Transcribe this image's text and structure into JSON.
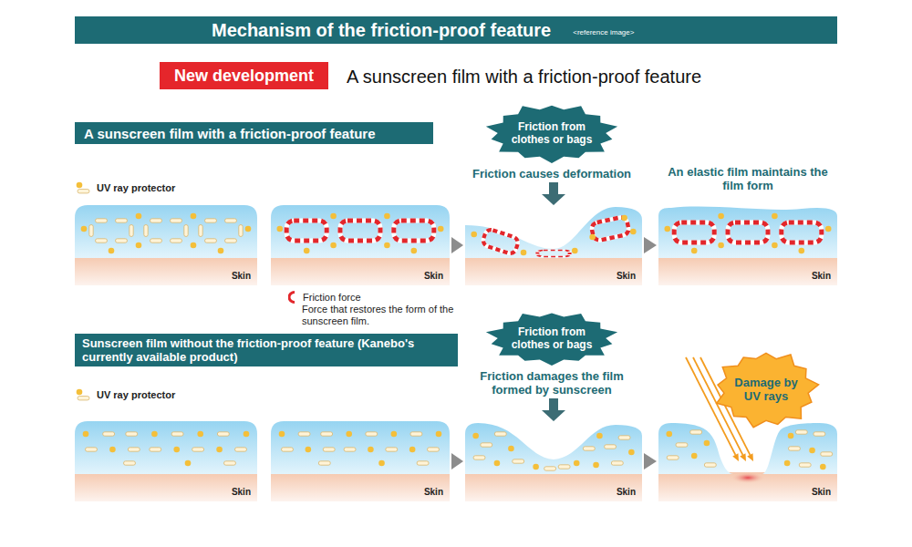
{
  "diagram": {
    "title": "Mechanism of the friction-proof feature",
    "nodes": [
      {
        "text": [
          "New development"
        ]
      },
      {
        "text": [
          "A sunscreen film with a friction-proof feature"
        ]
      },
      {
        "text": [
          "Friction from clothes or bags",
          "Friction causes deformation"
        ]
      },
      {
        "text": [
          "Skin"
        ]
      },
      {
        "text": [
          "Skin"
        ]
      },
      {
        "text": [
          "Skin"
        ]
      },
      {
        "text": [
          "Skin"
        ]
      },
      {
        "text": [
          "Sunscreen film without the friction-proof feature (Kanebo's currently available product)"
        ]
      },
      {
        "text": [
          "Friction from clothes or bags",
          "Friction damages the film formed by sunscreen"
        ]
      },
      {
        "text": [
          "Damage by UV rays"
        ]
      },
      {
        "text": [
          "Skin"
        ]
      },
      {
        "text": [
          "Skin"
        ]
      },
      {
        "text": [
          "Skin"
        ]
      },
      {
        "text": [
          "Skin"
        ]
      }
    ],
    "edges": [
      {
        "from": 2,
        "to": 5,
        "arrow": "to"
      },
      {
        "from": 4,
        "to": 5,
        "arrow": "to"
      },
      {
        "from": 5,
        "to": 6,
        "arrow": "to"
      },
      {
        "from": 8,
        "to": 12,
        "arrow": "to"
      },
      {
        "from": 11,
        "to": 12,
        "arrow": "to"
      },
      {
        "from": 12,
        "to": 13,
        "arrow": "to"
      }
    ],
    "labels": [
      "<reference image>",
      "A sunscreen film with a friction-proof feature",
      "An elastic film maintains the film form",
      "Force that restores the form of the sunscreen film."
    ],
    "legend": [
      {
        "text": "UV ray protector"
      },
      {
        "text": "Friction force"
      },
      {
        "text": "UV ray protector"
      }
    ]
  }
}
